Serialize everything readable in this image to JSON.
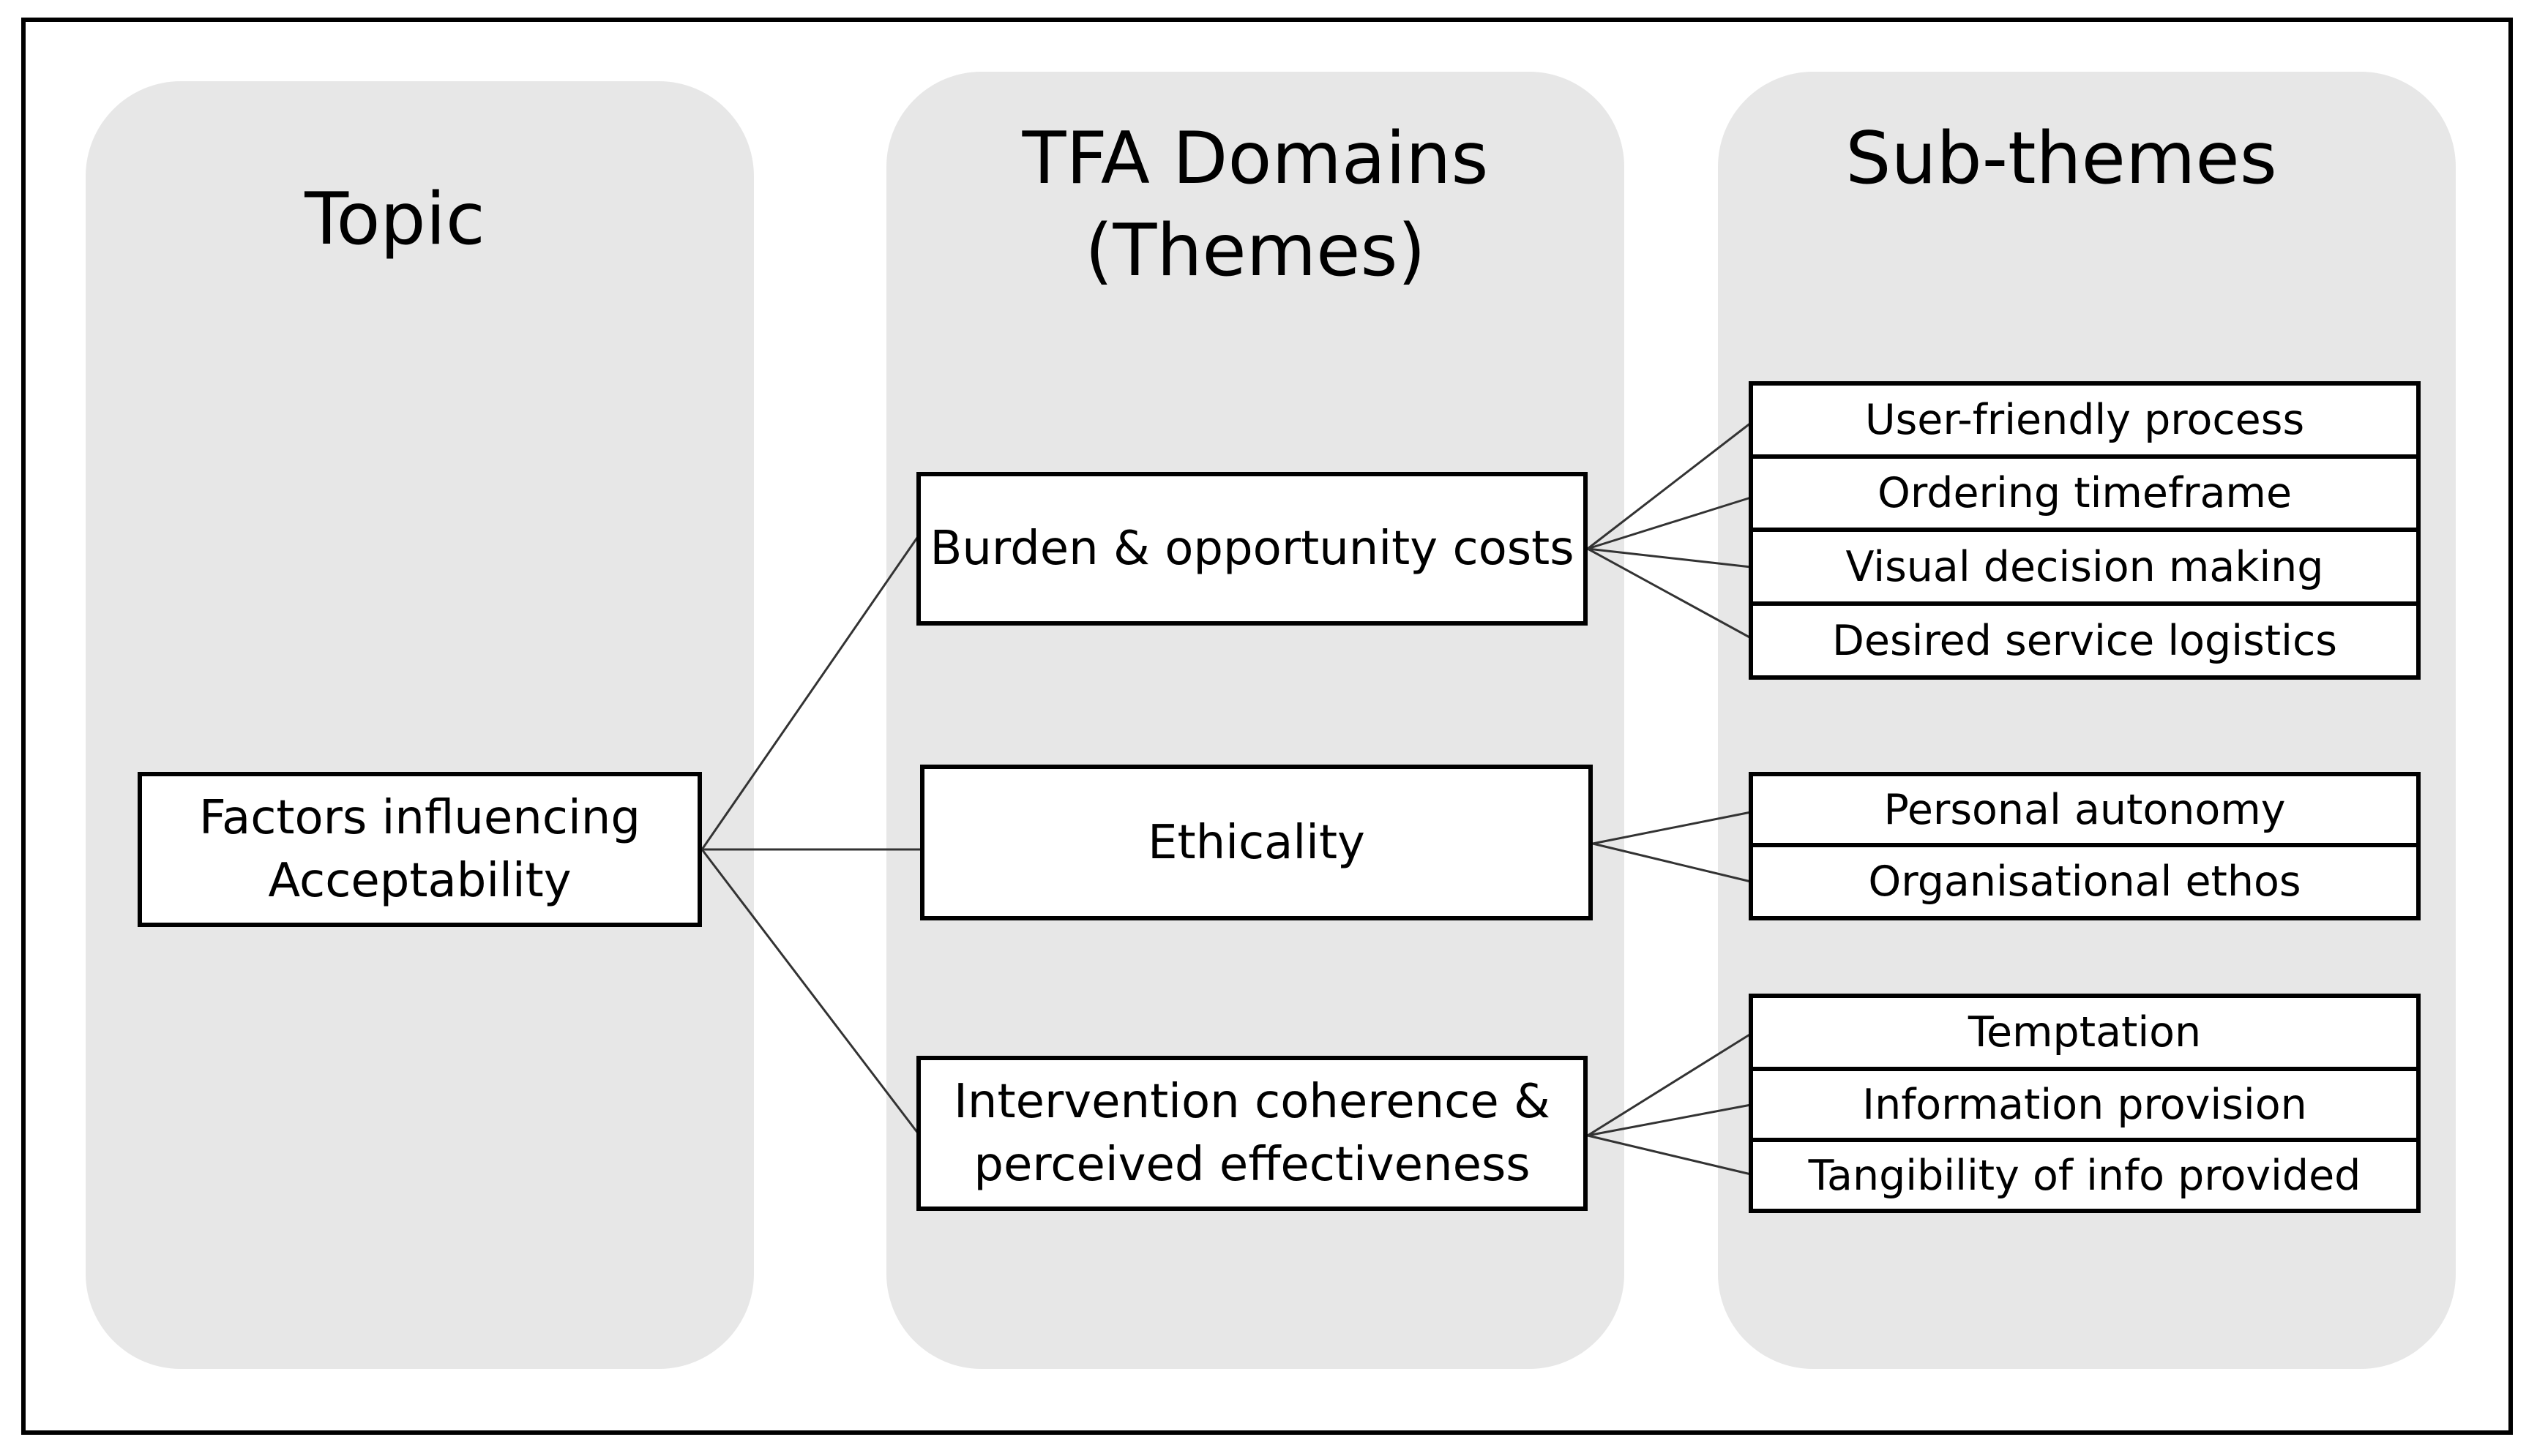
{
  "columns": {
    "topic": {
      "title": "Topic"
    },
    "domains": {
      "title_line1": "TFA Domains",
      "title_line2": "(Themes)"
    },
    "subthemes": {
      "title": "Sub-themes"
    }
  },
  "topic_box": {
    "line1": "Factors influencing",
    "line2": "Acceptability"
  },
  "domains": [
    {
      "line1": "Burden & opportunity costs",
      "line2": ""
    },
    {
      "line1": "Ethicality",
      "line2": ""
    },
    {
      "line1": "Intervention coherence &",
      "line2": "perceived effectiveness"
    }
  ],
  "subthemes": {
    "burden": [
      "User-friendly process",
      "Ordering timeframe",
      "Visual decision making",
      "Desired service logistics"
    ],
    "ethicality": [
      "Personal autonomy",
      "Organisational ethos"
    ],
    "coherence": [
      "Temptation",
      "Information provision",
      "Tangibility of info provided"
    ]
  },
  "colors": {
    "panel": "#e7e7e7",
    "box_border": "#000000",
    "connector": "#333333"
  }
}
